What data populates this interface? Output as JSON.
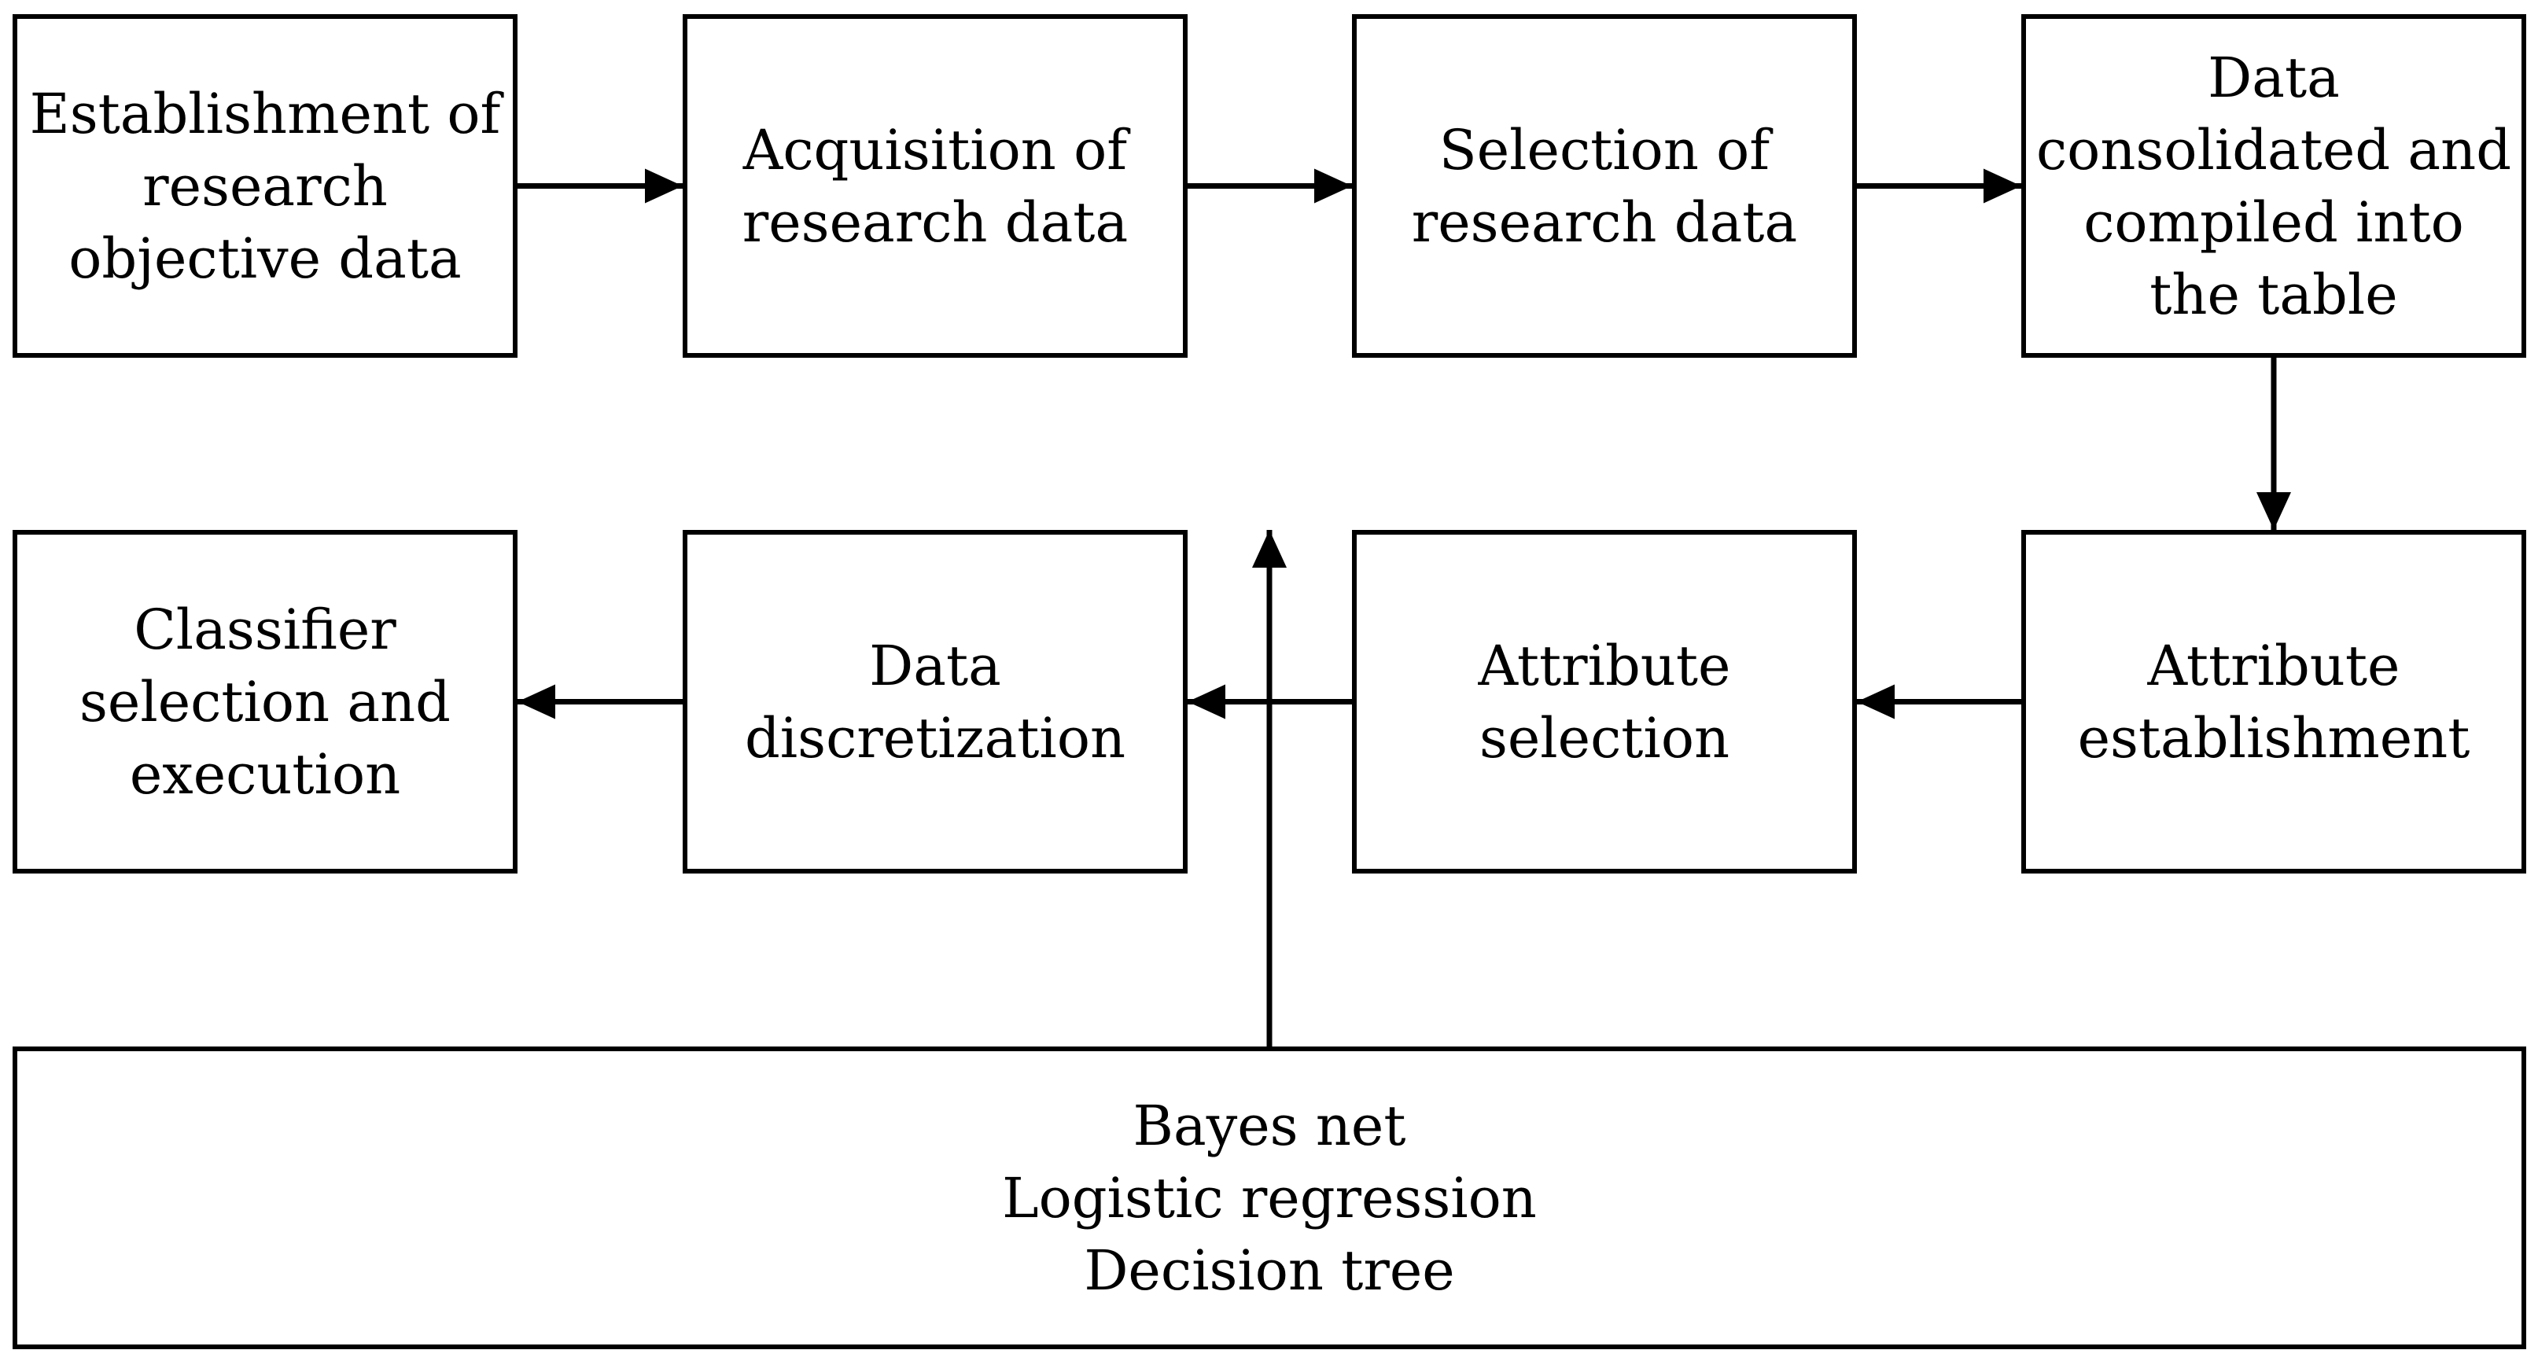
{
  "diagram": {
    "row1": [
      {
        "id": "b1",
        "lines": [
          "Establishment of",
          "research",
          "objective data"
        ]
      },
      {
        "id": "b2",
        "lines": [
          "Acquisition of",
          "research data"
        ]
      },
      {
        "id": "b3",
        "lines": [
          "Selection of",
          "research data"
        ]
      },
      {
        "id": "b4",
        "lines": [
          "Data",
          "consolidated and",
          "compiled into",
          "the table"
        ]
      }
    ],
    "row2": [
      {
        "id": "b5",
        "lines": [
          "Classifier",
          "selection and",
          "execution"
        ]
      },
      {
        "id": "b6",
        "lines": [
          "Data",
          "discretization"
        ]
      },
      {
        "id": "b7",
        "lines": [
          "Attribute",
          "selection"
        ]
      },
      {
        "id": "b8",
        "lines": [
          "Attribute",
          "establishment"
        ]
      }
    ],
    "bottom": {
      "id": "b9",
      "lines": [
        "Bayes net",
        "Logistic regression",
        "Decision tree"
      ]
    },
    "edges": [
      {
        "from": "b1",
        "to": "b2"
      },
      {
        "from": "b2",
        "to": "b3"
      },
      {
        "from": "b3",
        "to": "b4"
      },
      {
        "from": "b4",
        "to": "b8"
      },
      {
        "from": "b8",
        "to": "b7"
      },
      {
        "from": "b7",
        "to": "b6"
      },
      {
        "from": "b6",
        "to": "b5"
      },
      {
        "from": "b9",
        "to": "b5"
      }
    ]
  }
}
